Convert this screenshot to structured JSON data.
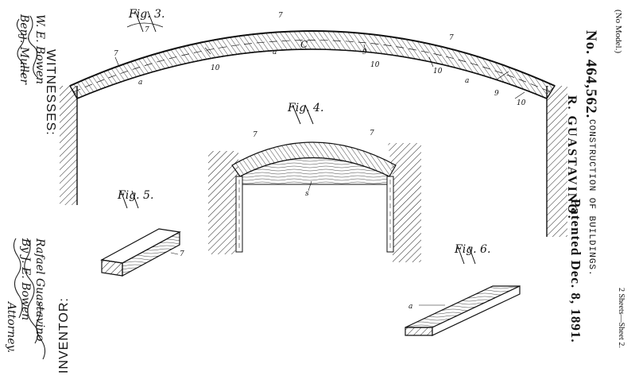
{
  "header": {
    "no_model": "(No Model.)",
    "patent_number": "No. 464,562.",
    "inventor_name": "R. GUASTAVINO.",
    "title": "CONSTRUCTION OF BUILDINGS.",
    "patented": "Patented Dec. 8, 1891.",
    "sheets": "2 Sheets—Sheet 2."
  },
  "labels": {
    "witnesses": "WITNESSES:",
    "inventor": "INVENTOR:"
  },
  "signatures": {
    "witness_1": "W. E. Bowen",
    "witness_2": "Benj. Muller",
    "inventor_name": "Rafael Guastavino",
    "attorney_by": "By J. E. Bowen",
    "attorney": "Attorney."
  },
  "figures": {
    "fig3": {
      "label": "Fig. 3.",
      "refs": [
        "7",
        "7",
        "7",
        "7",
        "C",
        "a",
        "a",
        "a",
        "9",
        "9",
        "10",
        "10",
        "10",
        "10"
      ]
    },
    "fig4": {
      "label": "Fig. 4.",
      "refs": [
        "7",
        "7",
        "s"
      ]
    },
    "fig5": {
      "label": "Fig. 5.",
      "refs": [
        "7"
      ]
    },
    "fig6": {
      "label": "Fig. 6.",
      "refs": [
        "a"
      ]
    }
  }
}
